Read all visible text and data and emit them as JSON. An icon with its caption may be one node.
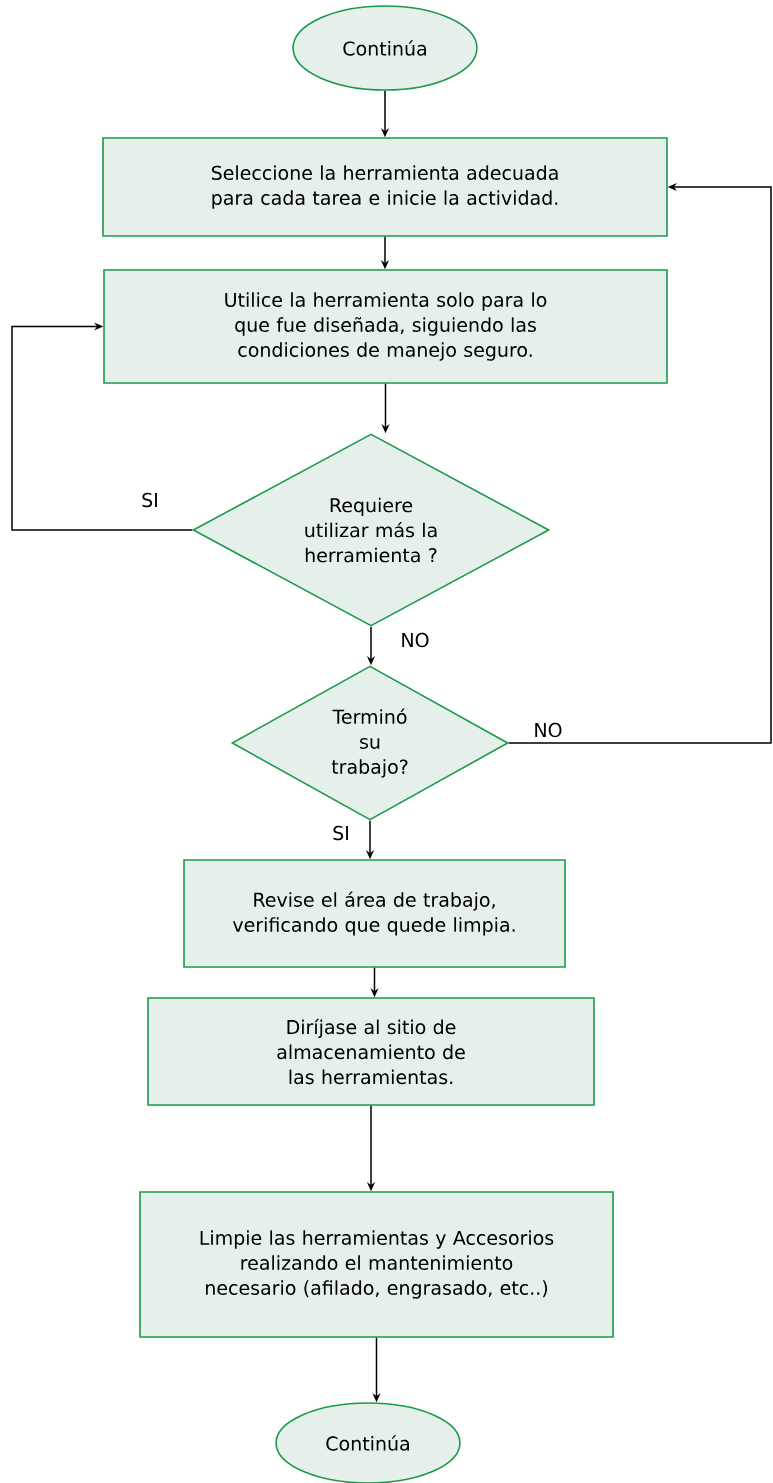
{
  "diagram": {
    "nodes": [
      {
        "text": [
          "Continúa"
        ]
      },
      {
        "text": [
          "Seleccione la herramienta adecuada para cada tarea e inicie la actividad."
        ]
      },
      {
        "text": [
          "Utilice la herramienta solo para lo que fue diseñada, siguiendo las condiciones de manejo seguro."
        ]
      },
      {
        "text": [
          "Requiere utilizar más la herramienta ?"
        ]
      },
      {
        "text": [
          "Terminó su trabajo?"
        ]
      },
      {
        "text": [
          "Revise el área de trabajo, verificando que quede limpia."
        ]
      },
      {
        "text": [
          "Diríjase al sitio de almacenamiento de las herramientas."
        ]
      },
      {
        "text": [
          "Limpie las herramientas y Accesorios realizando el mantenimiento necesario (afilado, engrasado, etc..)"
        ]
      },
      {
        "text": [
          "Continúa"
        ]
      }
    ],
    "edges": [
      {
        "from": 0,
        "to": 1,
        "arrow": "to"
      },
      {
        "from": 1,
        "to": 2,
        "arrow": "to"
      },
      {
        "from": 2,
        "to": 3,
        "arrow": "to"
      },
      {
        "from": 3,
        "to": 2,
        "arrow": "to",
        "label": "SI"
      },
      {
        "from": 3,
        "to": 4,
        "arrow": "to",
        "label": "NO"
      },
      {
        "from": 4,
        "to": 1,
        "arrow": "to",
        "label": "NO"
      },
      {
        "from": 4,
        "to": 5,
        "arrow": "to",
        "label": "SI"
      },
      {
        "from": 5,
        "to": 6,
        "arrow": "to"
      },
      {
        "from": 6,
        "to": 7,
        "arrow": "to"
      },
      {
        "from": 7,
        "to": 8,
        "arrow": "to"
      }
    ]
  }
}
